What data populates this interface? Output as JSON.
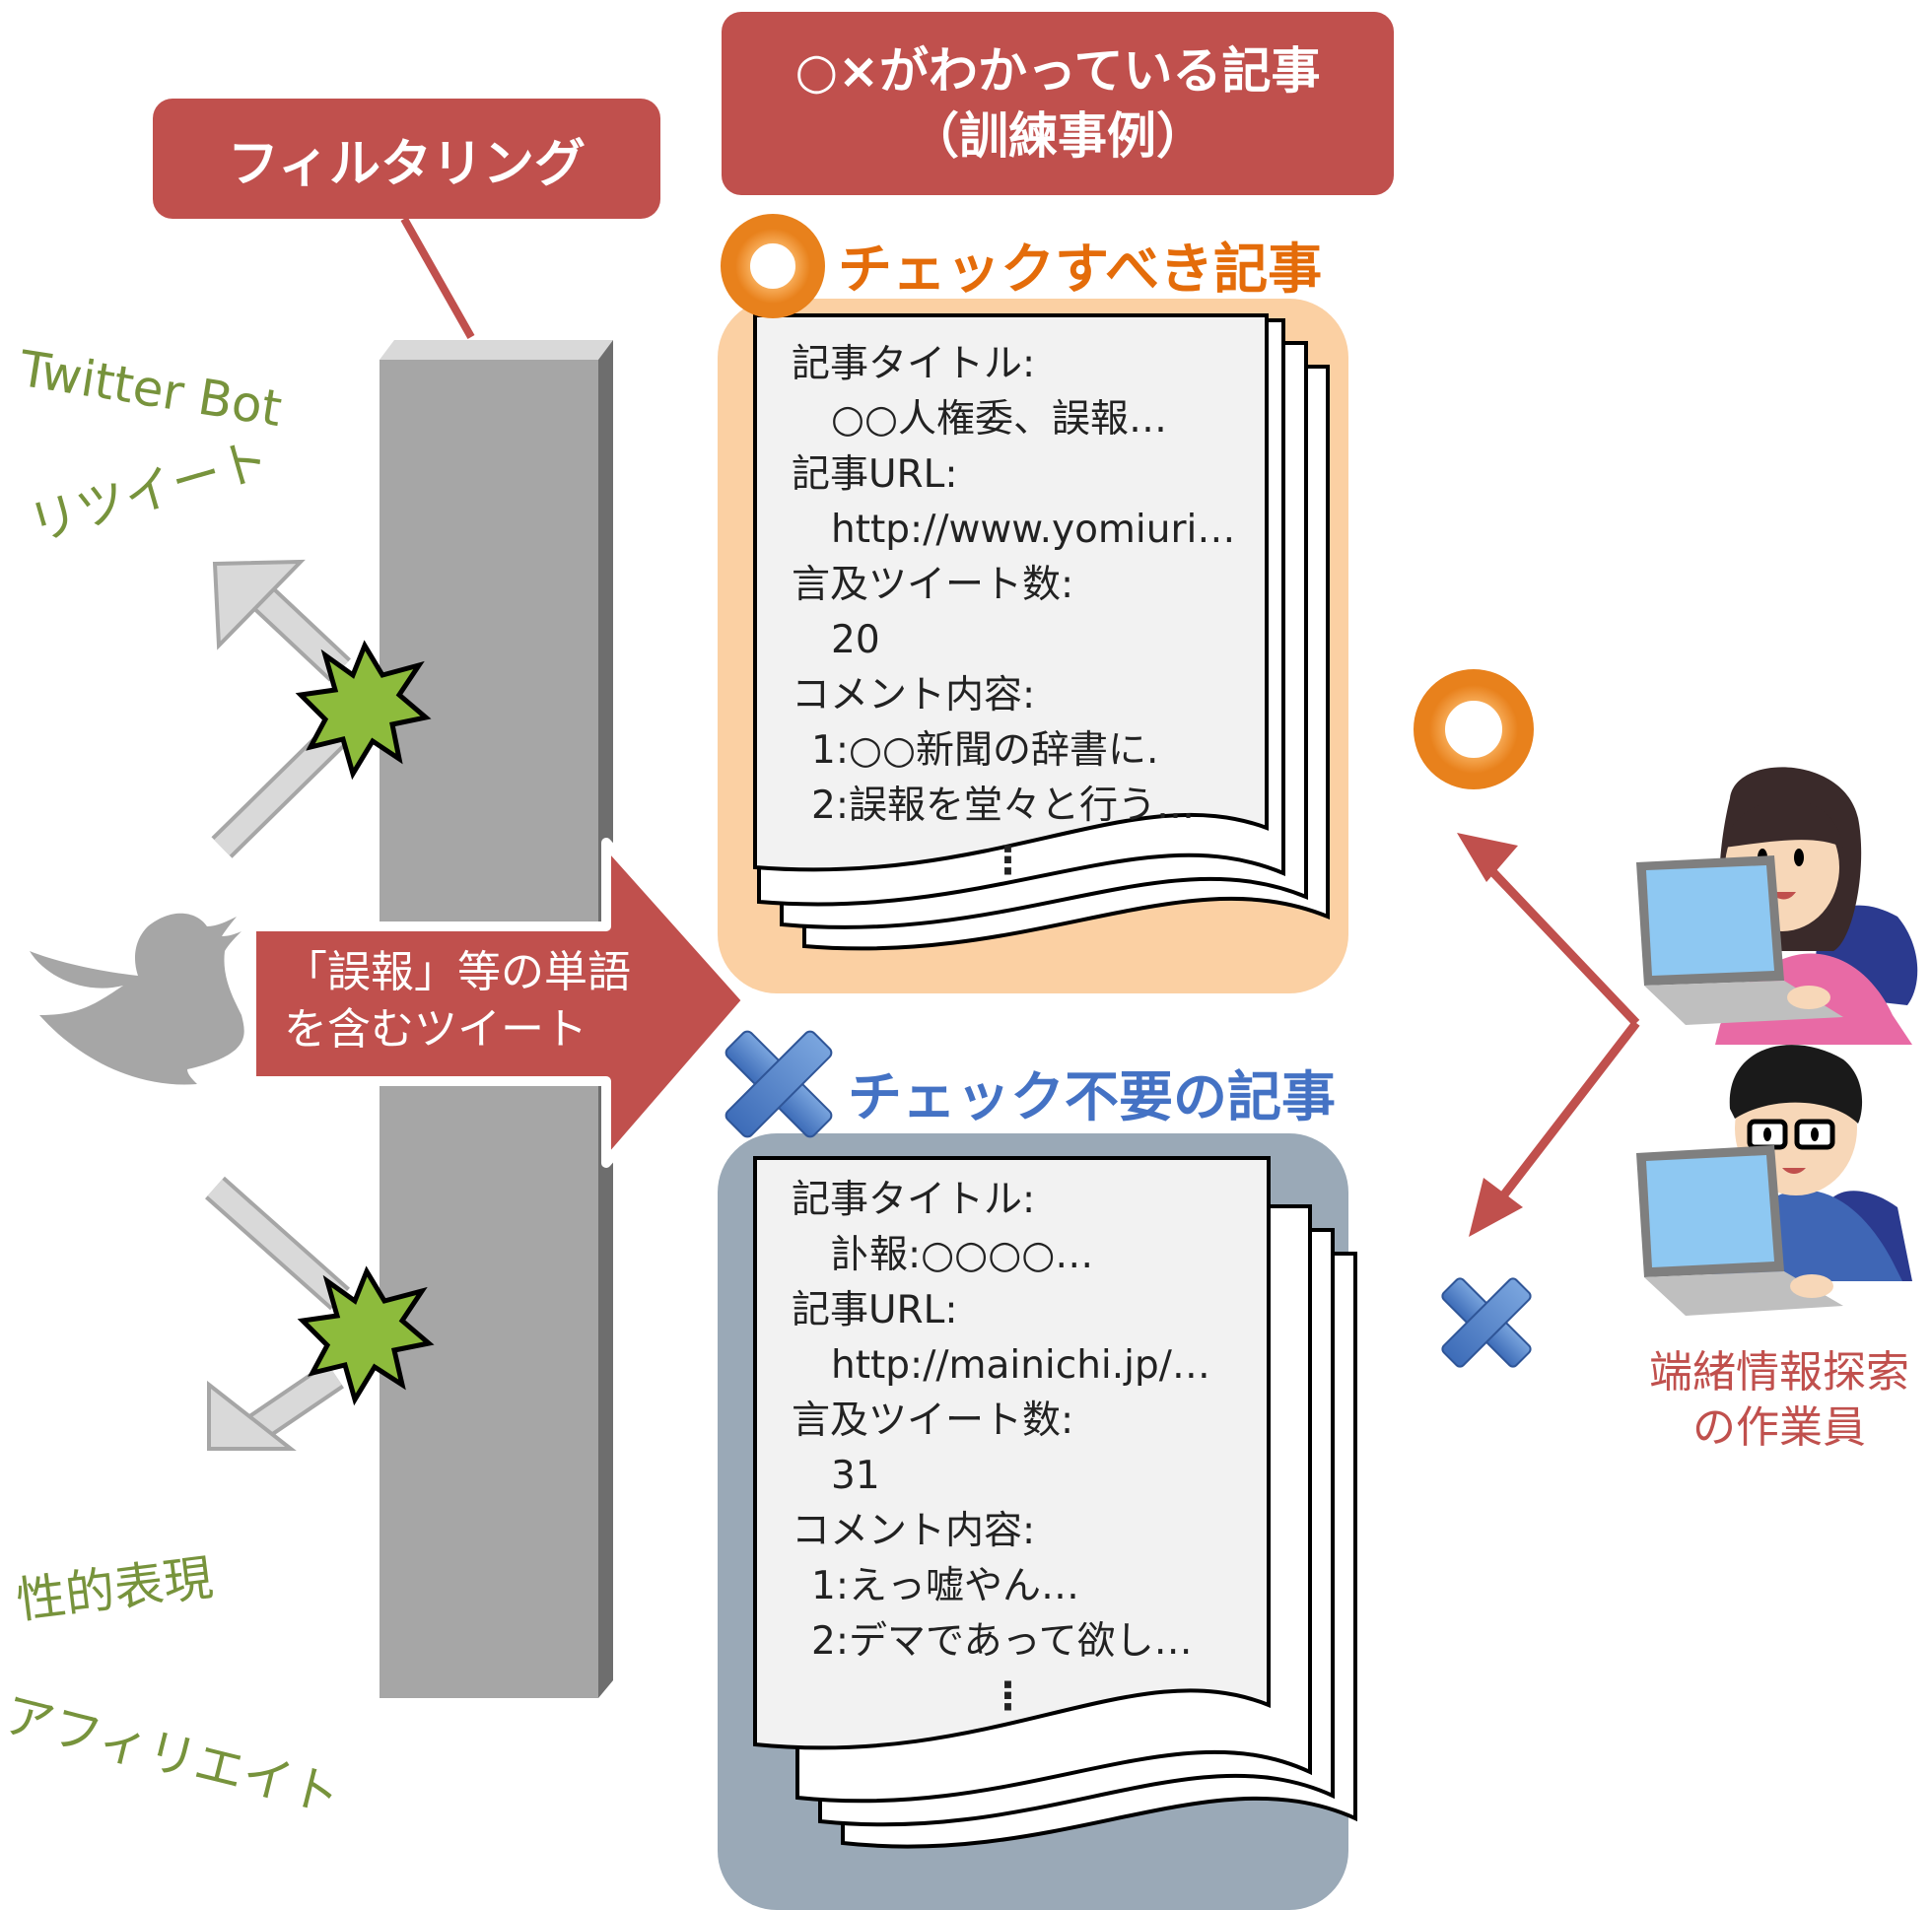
{
  "filter_label": "フィルタリング",
  "known_articles": {
    "line1": "○×がわかっている記事",
    "line2": "（訓練事例）"
  },
  "filtered_out": {
    "bot_label": "Twitter Bot",
    "retweet_label": "リツイート",
    "sexual_label": "性的表現",
    "affiliate_label": "アフィリエイト"
  },
  "tweet_arrow": {
    "line1": "「誤報」等の単語",
    "line2": "を含むツイート"
  },
  "check_needed": {
    "mark": "○",
    "title": "チェックすべき記事",
    "fields": {
      "title_label": "記事タイトル:",
      "title_value": "○○人権委、誤報…",
      "url_label": "記事URL:",
      "url_value": "http://www.yomiuri…",
      "count_label": "言及ツイート数:",
      "count_value": "20",
      "comment_label": "コメント内容:",
      "comment_1": "1:○○新聞の辞書に.",
      "comment_2": "2:誤報を堂々と行う…",
      "ellipsis": "⋮"
    }
  },
  "check_unneeded": {
    "mark": "×",
    "title": "チェック不要の記事",
    "fields": {
      "title_label": "記事タイトル:",
      "title_value": "訃報:○○○○…",
      "url_label": "記事URL:",
      "url_value": "http://mainichi.jp/…",
      "count_label": "言及ツイート数:",
      "count_value": "31",
      "comment_label": "コメント内容:",
      "comment_1": "1:えっ嘘やん…",
      "comment_2": "2:デマであって欲し…",
      "ellipsis": "⋮"
    }
  },
  "worker_label": {
    "line1": "端緒情報探索",
    "line2": "の作業員"
  },
  "colors": {
    "red": "#c0504d",
    "orange": "#e46c0a",
    "orange_panel": "#fbd0a3",
    "blue": "#4472c4",
    "blue_panel": "#9aa9b7",
    "green": "#77933c",
    "wall": "#a6a6a6"
  },
  "icons": [
    "twitter-bird-icon",
    "burst-icon",
    "worker-woman-icon",
    "worker-man-icon",
    "circle-mark-icon",
    "cross-mark-icon"
  ]
}
